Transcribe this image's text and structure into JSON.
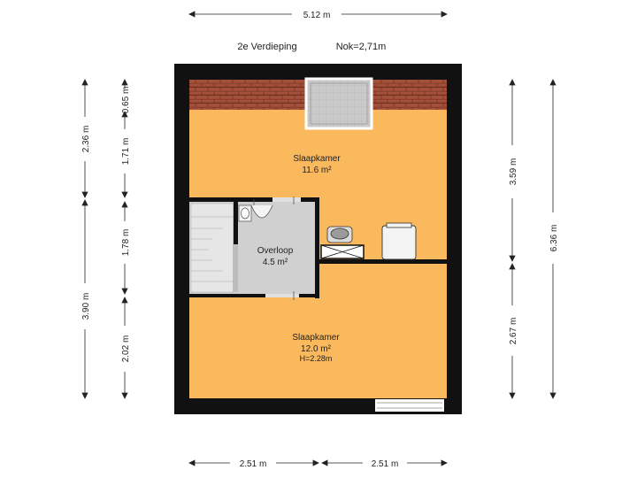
{
  "header": {
    "floor": "2e Verdieping",
    "ridge": "Nok=2,71m"
  },
  "rooms": {
    "bedroom_top": {
      "name": "Slaapkamer",
      "area": "11.6 m²"
    },
    "landing": {
      "name": "Overloop",
      "area": "4.5 m²"
    },
    "bedroom_bottom": {
      "name": "Slaapkamer",
      "area": "12.0 m²",
      "height": "H=2.28m"
    }
  },
  "dimensions": {
    "top_width": "5.12 m",
    "bottom_left": "2.51 m",
    "bottom_right": "2.51 m",
    "left_outer_top": "2.36 m",
    "left_outer_bottom": "3.90 m",
    "left_inner_1": "0.65 m",
    "left_inner_2": "1.71 m",
    "left_inner_3": "1.78 m",
    "left_inner_4": "2.02 m",
    "right_inner_top": "3.59 m",
    "right_inner_bottom": "2.67 m",
    "right_outer": "6.36 m"
  },
  "colors": {
    "wall": "#111111",
    "bedroom": "#fbb95e",
    "landing": "#d0d0d0",
    "roof_tile": "#a2503a",
    "skylight": "#c8c8c8",
    "dim_line": "#222222"
  }
}
